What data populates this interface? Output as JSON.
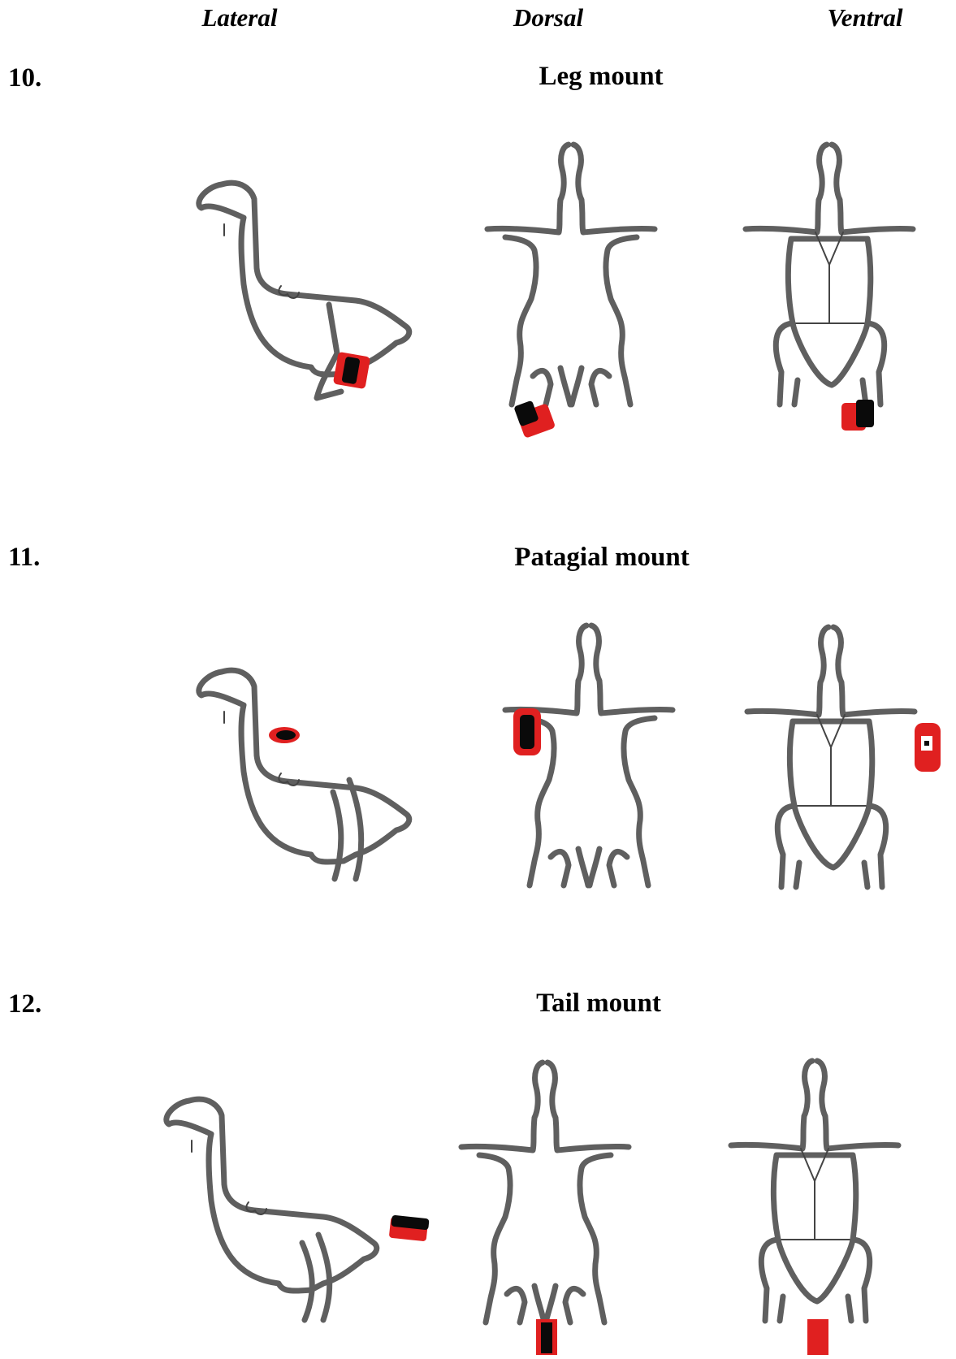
{
  "view_headers": {
    "lateral": "Lateral",
    "dorsal": "Dorsal",
    "ventral": "Ventral"
  },
  "rows": [
    {
      "number": "10.",
      "title": "Leg mount"
    },
    {
      "number": "11.",
      "title": "Patagial mount"
    },
    {
      "number": "12.",
      "title": "Tail mount"
    }
  ],
  "colors": {
    "outline": "#5f5f5f",
    "tag_red": "#e02020",
    "tag_black": "#0a0a0a"
  }
}
